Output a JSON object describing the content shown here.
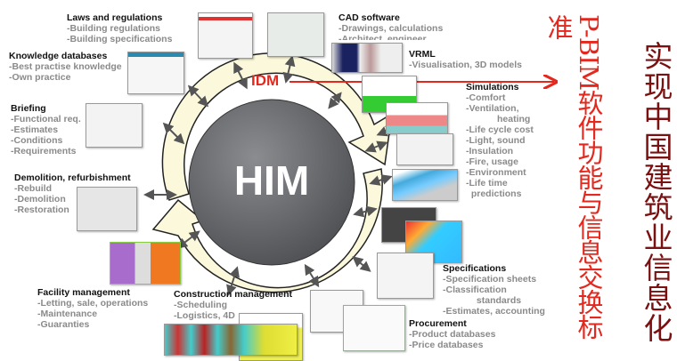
{
  "center": {
    "label": "HIM",
    "idm_label": "IDM"
  },
  "blocks": [
    {
      "id": "laws",
      "title": "Laws and regulations",
      "items": [
        "-Building regulations",
        "-Building specifications"
      ]
    },
    {
      "id": "knowledge",
      "title": "Knowledge databases",
      "items": [
        "-Best practise knowledge",
        "-Own practice"
      ]
    },
    {
      "id": "briefing",
      "title": "Briefing",
      "items": [
        "-Functional req.",
        "-Estimates",
        "-Conditions",
        "-Requirements"
      ]
    },
    {
      "id": "demolition",
      "title": "Demolition, refurbishment",
      "items": [
        "-Rebuild",
        "-Demolition",
        "-Restoration"
      ]
    },
    {
      "id": "facility",
      "title": "Facility management",
      "items": [
        "-Letting, sale, operations",
        "-Maintenance",
        "-Guaranties"
      ]
    },
    {
      "id": "construction",
      "title": "Construction management",
      "items": [
        "-Scheduling",
        "-Logistics, 4D"
      ]
    },
    {
      "id": "cad",
      "title": "CAD software",
      "items": [
        "-Drawings, calculations",
        "-Architect, engineer."
      ]
    },
    {
      "id": "vrml",
      "title": "VRML",
      "items": [
        "-Visualisation, 3D models"
      ]
    },
    {
      "id": "simulations",
      "title": "Simulations",
      "items": [
        "-Comfort",
        "-Ventilation,",
        "            heating",
        "-Life cycle cost",
        "-Light, sound",
        "-Insulation",
        "-Fire, usage",
        "-Environment",
        "-Life time",
        "  predictions"
      ]
    },
    {
      "id": "specifications",
      "title": "Specifications",
      "items": [
        "-Specification sheets",
        "-Classification",
        "             standards",
        "-Estimates, accounting"
      ]
    },
    {
      "id": "procurement",
      "title": "Procurement",
      "items": [
        "-Product databases",
        "-Price databases"
      ]
    }
  ],
  "vertical_title": "P-BIM软件功能与信息交换标准",
  "vertical_subtitle": "实现中国建筑业信息化",
  "colors": {
    "red": "#e5281e",
    "dark_red": "#7a1010",
    "ring": "#fbf8dc",
    "core": "#5c5e63"
  }
}
